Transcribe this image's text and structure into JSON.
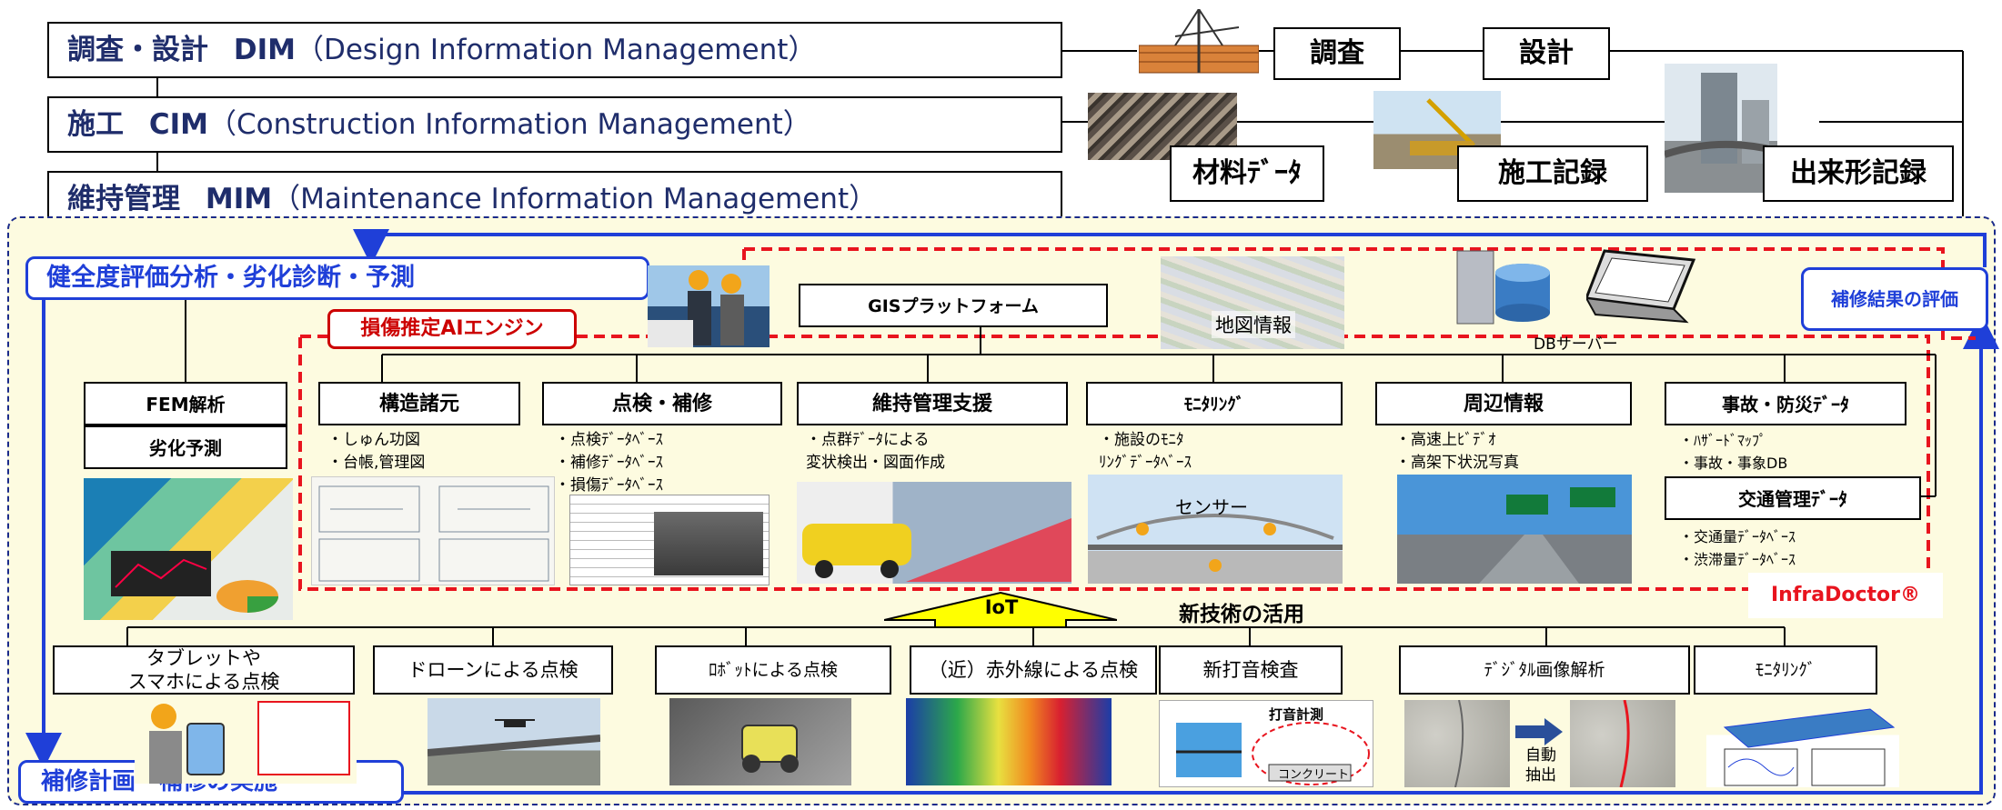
{
  "top": {
    "dim": {
      "code_jp": "調査・設計",
      "code": "DIM",
      "en": "（Design Information Management）"
    },
    "cim": {
      "code_jp": "施工",
      "code": "CIM",
      "en": "（Construction Information Management）"
    },
    "mim": {
      "code_jp": "維持管理",
      "code": "MIM",
      "en": "（Maintenance Information Management）"
    }
  },
  "stages": {
    "survey": "調査",
    "design": "設計",
    "material": "材料ﾃﾞｰﾀ",
    "construction_record": "施工記録",
    "asbuilt_record": "出来形記録"
  },
  "left": {
    "health": "健全度評価分析・劣化診断・予測",
    "fem": "FEM解析",
    "deterioration": "劣化予測",
    "repair_plan": "補修計画・補修の実施"
  },
  "right": {
    "repair_eval": "補修結果の評価"
  },
  "ai_engine": "損傷推定AIエンジン",
  "gis": "GISプラットフォーム",
  "map_info": "地図情報",
  "db_server": "DBサーバー",
  "infradoctor": "InfraDoctor®",
  "categories": [
    {
      "title": "構造諸元",
      "desc": "・しゅん功図\n・台帳,管理図"
    },
    {
      "title": "点検・補修",
      "desc": "・点検ﾃﾞｰﾀﾍﾞｰｽ\n・補修ﾃﾞｰﾀﾍﾞｰｽ\n・損傷ﾃﾞｰﾀﾍﾞｰｽ"
    },
    {
      "title": "維持管理支援",
      "desc": "・点群ﾃﾞｰﾀによる\n変状検出・図面作成"
    },
    {
      "title": "ﾓﾆﾀﾘﾝｸﾞ",
      "desc": "・施設のﾓﾆﾀ\nﾘﾝｸﾞﾃﾞｰﾀﾍﾞｰｽ"
    },
    {
      "title": "周辺情報",
      "desc": "・高速上ﾋﾞﾃﾞｵ\n・高架下状況写真"
    },
    {
      "title": "事故・防災ﾃﾞｰﾀ",
      "desc": "・ﾊｻﾞｰﾄﾞﾏｯﾌﾟ\n・事故・事象DB"
    }
  ],
  "traffic": {
    "title": "交通管理ﾃﾞｰﾀ",
    "desc": "・交通量ﾃﾞｰﾀﾍﾞｰｽ\n・渋滞量ﾃﾞｰﾀﾍﾞｰｽ"
  },
  "sensor_label": "センサー",
  "iot": "IoT",
  "new_tech": "新技術の活用",
  "techs": [
    "タブレットや\nスマホによる点検",
    "ドローンによる点検",
    "ﾛﾎﾞｯﾄによる点検",
    "（近）赤外線による点検",
    "新打音検査",
    "ﾃﾞｼﾞﾀﾙ画像解析",
    "ﾓﾆﾀﾘﾝｸﾞ"
  ],
  "hammer_title": "打音計測",
  "concrete": "コンクリート",
  "auto_extract": "自動\n抽出",
  "colors": {
    "navy": "#1f2d6b",
    "blue": "#1f3fd8",
    "red": "#e8141e",
    "panel": "#fdfbe0",
    "yellow": "#ffff00"
  }
}
